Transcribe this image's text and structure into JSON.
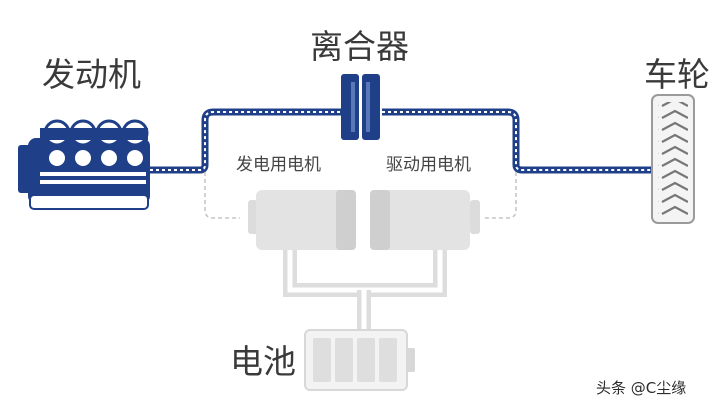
{
  "labels": {
    "engine": "发动机",
    "clutch": "离合器",
    "wheel": "车轮",
    "generator": "发电用电机",
    "drive_motor": "驱动用电机",
    "battery": "电池"
  },
  "watermark": "头条 @C尘缘",
  "colors": {
    "primary_blue": "#1f3f88",
    "link_blue": "#24509a",
    "inactive_gray": "#dcdcdc",
    "dashed_gray": "#c6c6c6",
    "text": "#333333"
  }
}
